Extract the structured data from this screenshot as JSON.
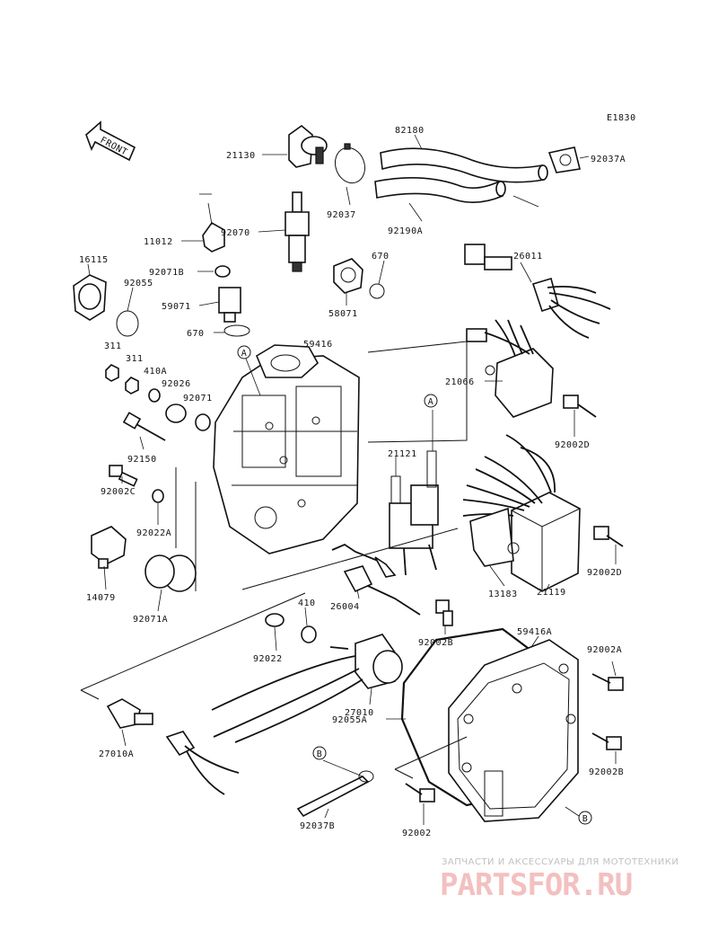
{
  "diagram_code": "E1830",
  "front_label": "FRONT",
  "callouts": {
    "a": "A",
    "b": "B"
  },
  "parts": {
    "p21130": "21130",
    "p92037": "92037",
    "p82180": "82180",
    "p92190A": "92190A",
    "p92037A": "92037A",
    "p11012": "11012",
    "p92070": "92070",
    "p16115": "16115",
    "p92071B": "92071B",
    "p670a": "670",
    "p92055": "92055",
    "p59071": "59071",
    "p58071": "58071",
    "p26011": "26011",
    "p670b": "670",
    "p311a": "311",
    "p311b": "311",
    "p410A": "410A",
    "p92026": "92026",
    "p92071": "92071",
    "p59416": "59416",
    "p21066": "21066",
    "p92150": "92150",
    "p92002D_a": "92002D",
    "p21121": "21121",
    "p92002C": "92002C",
    "p92022A": "92022A",
    "p14079": "14079",
    "p92071A": "92071A",
    "p13183": "13183",
    "p21119": "21119",
    "p92002D_b": "92002D",
    "p26004": "26004",
    "p410": "410",
    "p92002B_a": "92002B",
    "p59416A": "59416A",
    "p92002A": "92002A",
    "p92022": "92022",
    "p27010": "27010",
    "p92055A": "92055A",
    "p92002B_b": "92002B",
    "p27010A": "27010A",
    "p92037B": "92037B",
    "p92002": "92002"
  },
  "watermark": {
    "title": "ЗАПЧАСТИ И АКСЕССУАРЫ ДЛЯ МОТОТЕХНИКИ",
    "logo": "PARTSFOR.RU"
  }
}
